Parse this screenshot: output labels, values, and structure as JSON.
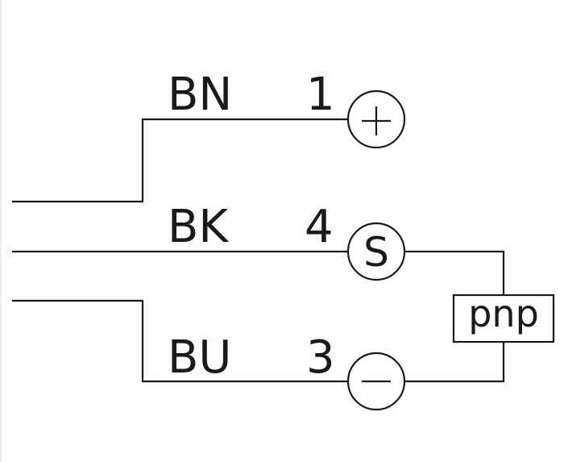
{
  "wires": [
    {
      "color_code": "BN",
      "pin": "1"
    },
    {
      "color_code": "BK",
      "pin": "4"
    },
    {
      "color_code": "BU",
      "pin": "3"
    }
  ],
  "terminals": [
    {
      "symbol": "plus-icon"
    },
    {
      "symbol_text": "S"
    },
    {
      "symbol": "minus-icon"
    }
  ],
  "output_box": {
    "label": "pnp"
  },
  "colors": {
    "line": "#1a1a1a",
    "background": "#ffffff"
  }
}
